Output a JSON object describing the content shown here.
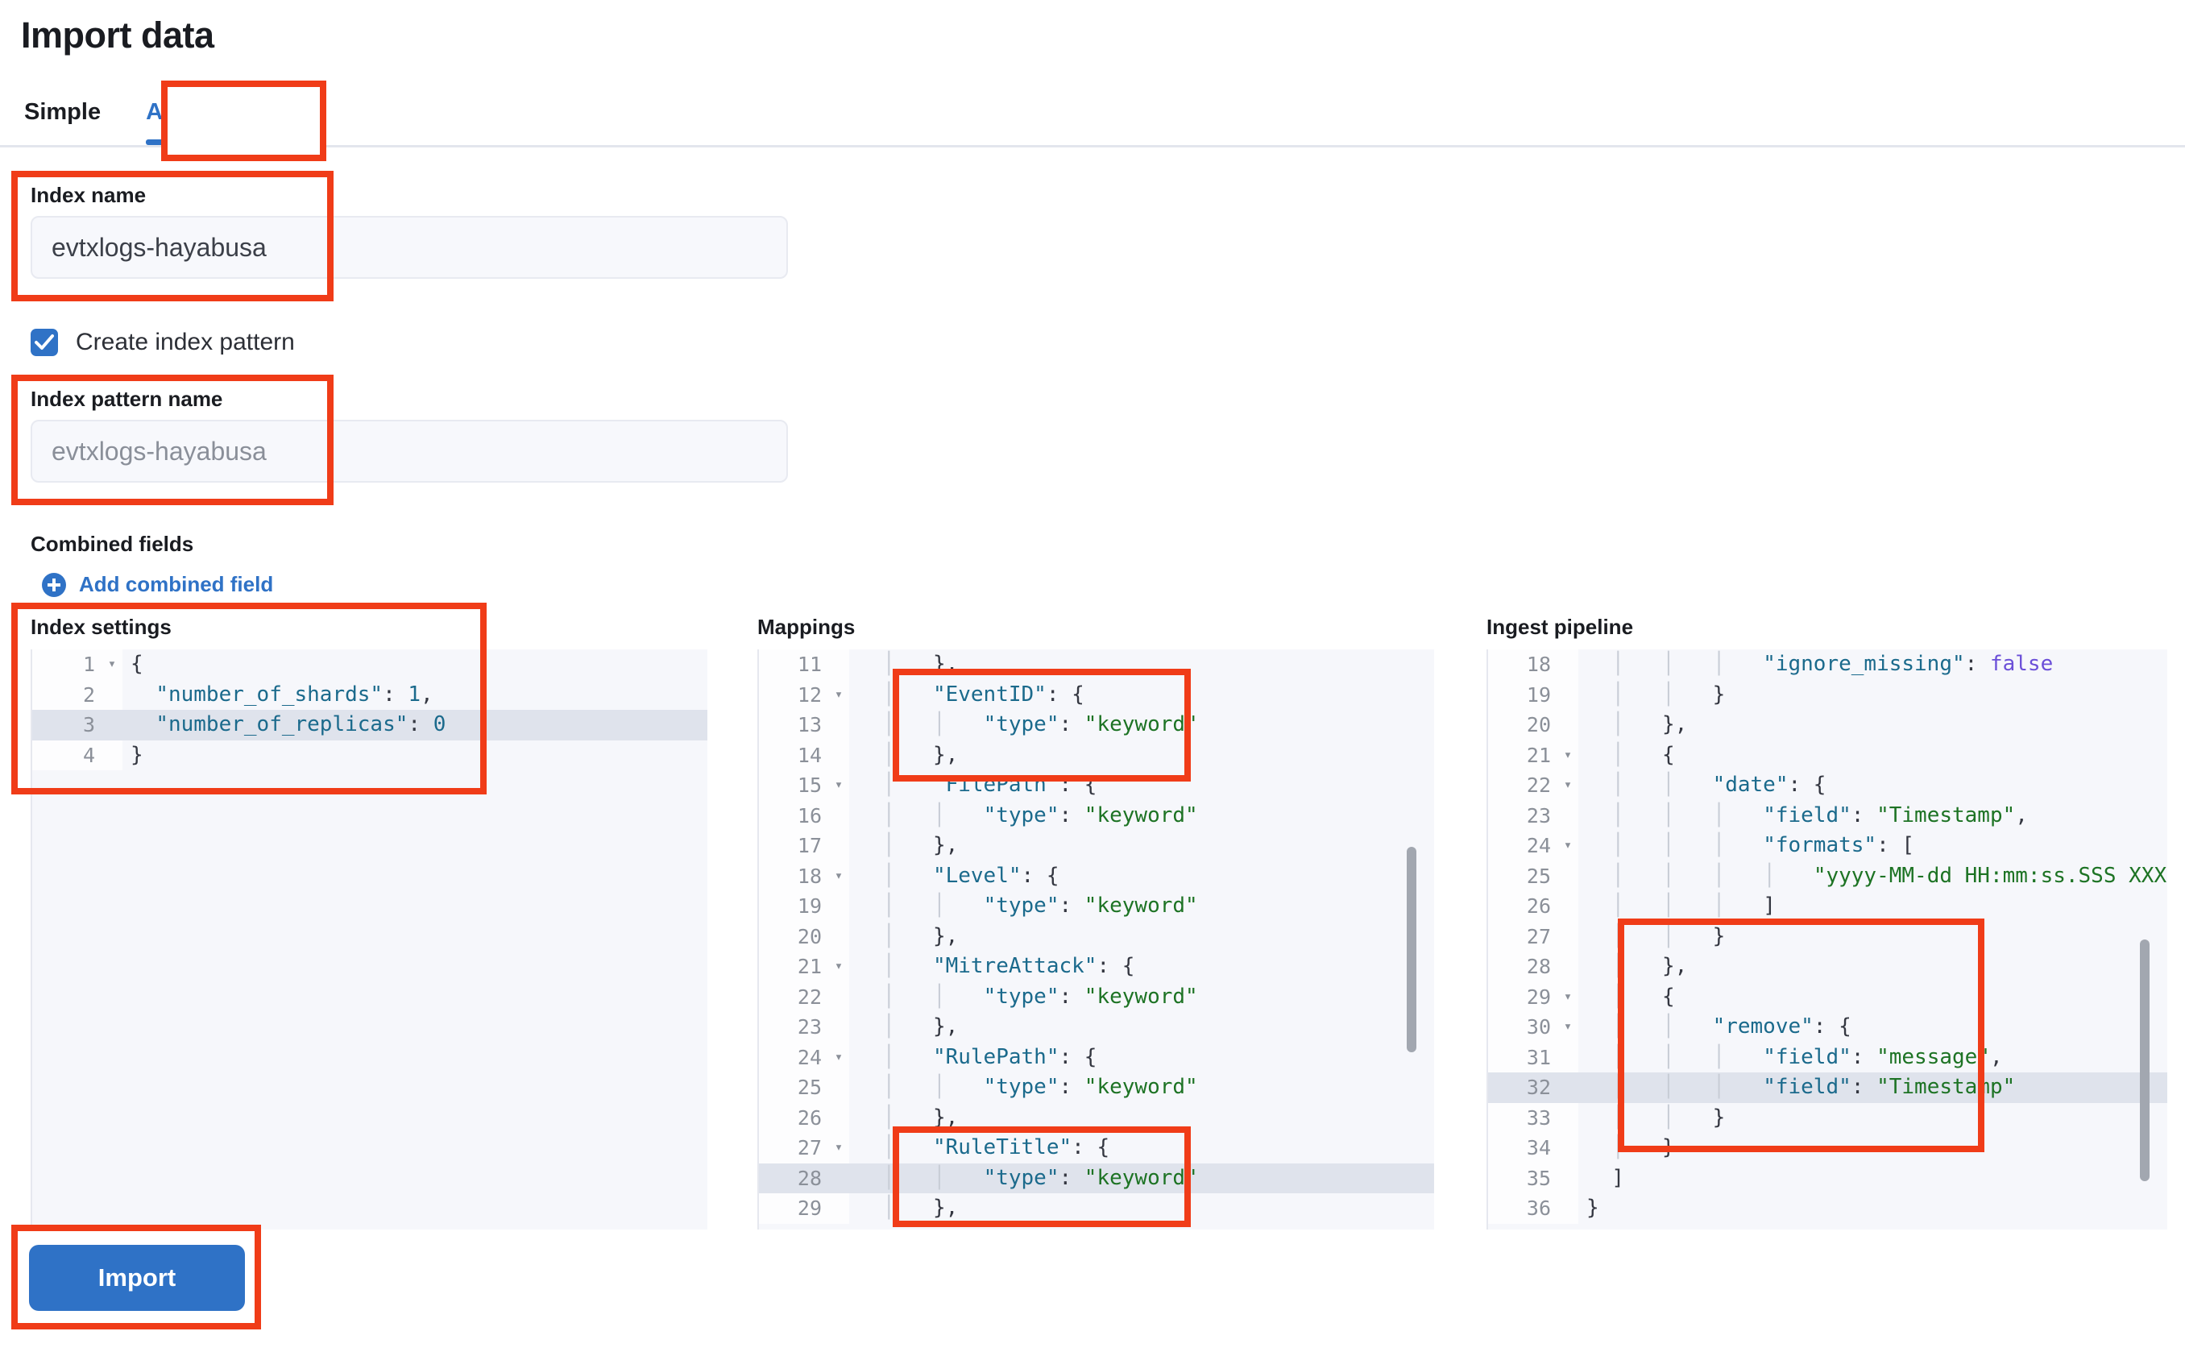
{
  "page": {
    "title": "Import data"
  },
  "tabs": [
    {
      "label": "Simple",
      "active": false
    },
    {
      "label": "Advanced",
      "active": true
    }
  ],
  "form": {
    "index_name": {
      "label": "Index name",
      "value": "evtxlogs-hayabusa",
      "placeholder": ""
    },
    "create_index_pattern": {
      "label": "Create index pattern",
      "checked": true
    },
    "index_pattern_name": {
      "label": "Index pattern name",
      "value": "",
      "placeholder": "evtxlogs-hayabusa"
    },
    "combined_fields": {
      "label": "Combined fields",
      "add_link": "Add combined field"
    }
  },
  "editors": {
    "index_settings": {
      "title": "Index settings",
      "lines": [
        {
          "n": "1",
          "fold": true,
          "hl": false,
          "text": "{"
        },
        {
          "n": "2",
          "fold": false,
          "hl": false,
          "text": "  \"number_of_shards\": 1,"
        },
        {
          "n": "3",
          "fold": false,
          "hl": true,
          "text": "  \"number_of_replicas\": 0"
        },
        {
          "n": "4",
          "fold": false,
          "hl": false,
          "text": "}"
        }
      ]
    },
    "mappings": {
      "title": "Mappings",
      "lines": [
        {
          "n": "11",
          "fold": false,
          "hl": false,
          "text": "  │   },"
        },
        {
          "n": "12",
          "fold": true,
          "hl": false,
          "text": "  │   \"EventID\": {"
        },
        {
          "n": "13",
          "fold": false,
          "hl": false,
          "text": "  │   │   \"type\": \"keyword\""
        },
        {
          "n": "14",
          "fold": false,
          "hl": false,
          "text": "  │   },"
        },
        {
          "n": "15",
          "fold": true,
          "hl": false,
          "text": "  │   \"FilePath\": {"
        },
        {
          "n": "16",
          "fold": false,
          "hl": false,
          "text": "  │   │   \"type\": \"keyword\""
        },
        {
          "n": "17",
          "fold": false,
          "hl": false,
          "text": "  │   },"
        },
        {
          "n": "18",
          "fold": true,
          "hl": false,
          "text": "  │   \"Level\": {"
        },
        {
          "n": "19",
          "fold": false,
          "hl": false,
          "text": "  │   │   \"type\": \"keyword\""
        },
        {
          "n": "20",
          "fold": false,
          "hl": false,
          "text": "  │   },"
        },
        {
          "n": "21",
          "fold": true,
          "hl": false,
          "text": "  │   \"MitreAttack\": {"
        },
        {
          "n": "22",
          "fold": false,
          "hl": false,
          "text": "  │   │   \"type\": \"keyword\""
        },
        {
          "n": "23",
          "fold": false,
          "hl": false,
          "text": "  │   },"
        },
        {
          "n": "24",
          "fold": true,
          "hl": false,
          "text": "  │   \"RulePath\": {"
        },
        {
          "n": "25",
          "fold": false,
          "hl": false,
          "text": "  │   │   \"type\": \"keyword\""
        },
        {
          "n": "26",
          "fold": false,
          "hl": false,
          "text": "  │   },"
        },
        {
          "n": "27",
          "fold": true,
          "hl": false,
          "text": "  │   \"RuleTitle\": {"
        },
        {
          "n": "28",
          "fold": false,
          "hl": true,
          "text": "  │   │   \"type\": \"keyword\""
        },
        {
          "n": "29",
          "fold": false,
          "hl": false,
          "text": "  │   },"
        }
      ]
    },
    "ingest_pipeline": {
      "title": "Ingest pipeline",
      "lines": [
        {
          "n": "18",
          "fold": false,
          "hl": false,
          "text": "  │   │   │   \"ignore_missing\": false"
        },
        {
          "n": "19",
          "fold": false,
          "hl": false,
          "text": "  │   │   }"
        },
        {
          "n": "20",
          "fold": false,
          "hl": false,
          "text": "  │   },"
        },
        {
          "n": "21",
          "fold": true,
          "hl": false,
          "text": "  │   {"
        },
        {
          "n": "22",
          "fold": true,
          "hl": false,
          "text": "  │   │   \"date\": {"
        },
        {
          "n": "23",
          "fold": false,
          "hl": false,
          "text": "  │   │   │   \"field\": \"Timestamp\","
        },
        {
          "n": "24",
          "fold": true,
          "hl": false,
          "text": "  │   │   │   \"formats\": ["
        },
        {
          "n": "25",
          "fold": false,
          "hl": false,
          "text": "  │   │   │   │   \"yyyy-MM-dd HH:mm:ss.SSS XXX\""
        },
        {
          "n": "26",
          "fold": false,
          "hl": false,
          "text": "  │   │   │   ]"
        },
        {
          "n": "27",
          "fold": false,
          "hl": false,
          "text": "  │   │   }"
        },
        {
          "n": "28",
          "fold": false,
          "hl": false,
          "text": "  │   },"
        },
        {
          "n": "29",
          "fold": true,
          "hl": false,
          "text": "  │   {"
        },
        {
          "n": "30",
          "fold": true,
          "hl": false,
          "text": "  │   │   \"remove\": {"
        },
        {
          "n": "31",
          "fold": false,
          "hl": false,
          "text": "  │   │   │   \"field\": \"message\","
        },
        {
          "n": "32",
          "fold": false,
          "hl": true,
          "text": "  │   │   │   \"field\": \"Timestamp\""
        },
        {
          "n": "33",
          "fold": false,
          "hl": false,
          "text": "  │   │   }"
        },
        {
          "n": "34",
          "fold": false,
          "hl": false,
          "text": "  │   }"
        },
        {
          "n": "35",
          "fold": false,
          "hl": false,
          "text": "  ]"
        },
        {
          "n": "36",
          "fold": false,
          "hl": false,
          "text": "}"
        }
      ]
    }
  },
  "actions": {
    "import_button": "Import"
  },
  "colors": {
    "accent": "#2f72c6",
    "annotation": "#f03c18",
    "editor_bg": "#f6f7fb",
    "highlight_row": "#dfe3ec",
    "token_key": "#1b6a8c",
    "token_string": "#1d7324",
    "token_boolean": "#6b4fd8"
  }
}
